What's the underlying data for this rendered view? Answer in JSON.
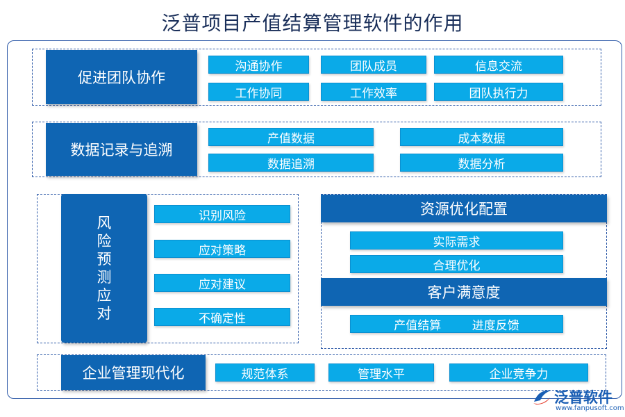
{
  "title": "泛普项目产值结算管理软件的作用",
  "sections": {
    "team": {
      "heading": "促进团队协作",
      "items": [
        "沟通协作",
        "团队成员",
        "信息交流",
        "工作协同",
        "工作效率",
        "团队执行力"
      ]
    },
    "data": {
      "heading": "数据记录与追溯",
      "items": [
        "产值数据",
        "成本数据",
        "数据追溯",
        "数据分析"
      ]
    },
    "risk": {
      "heading_chars": [
        "风",
        "险",
        "预",
        "测",
        "应",
        "对"
      ],
      "items": [
        "识别风险",
        "应对策略",
        "应对建议",
        "不确定性"
      ]
    },
    "resource": {
      "heading": "资源优化配置",
      "items": [
        "实际需求",
        "合理优化"
      ]
    },
    "satisfaction": {
      "heading": "客户满意度",
      "items": [
        "产值结算",
        "进度反馈"
      ]
    },
    "modern": {
      "heading": "企业管理现代化",
      "items": [
        "规范体系",
        "管理水平",
        "企业竞争力"
      ]
    }
  },
  "logo": {
    "text": "泛普软件",
    "url": "www.fanpusoft.com",
    "icon": "fanpu-logo-icon"
  },
  "colors": {
    "heading_bg": "#0f65b3",
    "pill_bg": "#0aaae8",
    "border": "#2e5aa8",
    "title": "#1a2f5a"
  }
}
